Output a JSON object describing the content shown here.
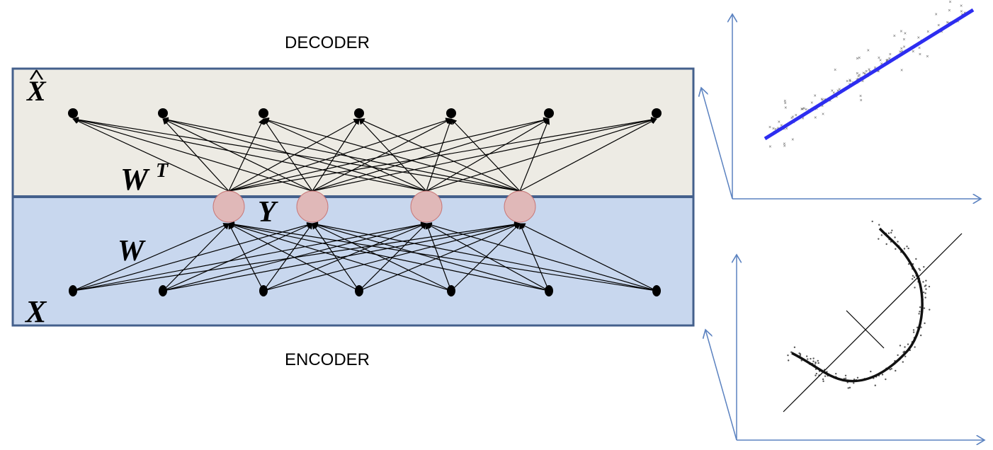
{
  "labels": {
    "decoder": "DECODER",
    "encoder": "ENCODER",
    "x_hat": "X",
    "x_hat_accent": "^",
    "weights_transpose": "W",
    "weights_transpose_sup": "T",
    "weights": "W",
    "hidden": "Y",
    "input": "X"
  },
  "colors": {
    "decoder_bg": "#edebe4",
    "encoder_bg": "#c8d7ee",
    "border": "#44608c",
    "hidden_fill": "#e0b8b8",
    "hidden_stroke": "#c87878",
    "axis": "#5b82c0",
    "fit_line": "#2d2df0"
  },
  "network": {
    "input_nodes": 7,
    "hidden_nodes": 4,
    "output_nodes": 7,
    "fully_connected": true
  },
  "side_plots": [
    {
      "name": "linear-pca-plot",
      "description": "scatter with linear fit"
    },
    {
      "name": "nonlinear-principal-curve-plot",
      "description": "scatter with curved principal curve and linear axes"
    }
  ]
}
